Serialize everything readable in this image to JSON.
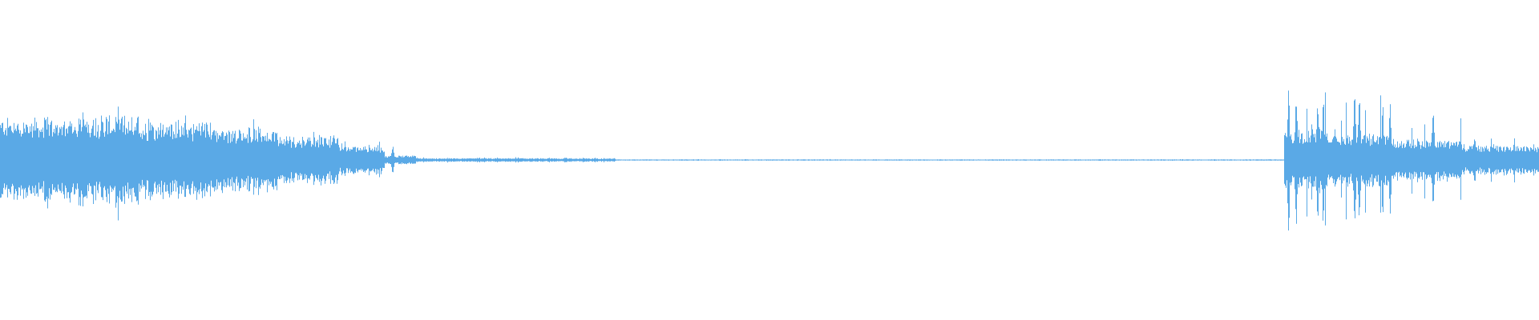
{
  "waveform": {
    "color": "#5aa9e6",
    "background": "#ffffff",
    "segments": [
      {
        "start": 0.0,
        "end": 0.045,
        "amp": 0.14,
        "burst": 0.05
      },
      {
        "start": 0.045,
        "end": 0.09,
        "amp": 0.15,
        "burst": 0.06
      },
      {
        "start": 0.09,
        "end": 0.14,
        "amp": 0.13,
        "burst": 0.04
      },
      {
        "start": 0.14,
        "end": 0.18,
        "amp": 0.11,
        "burst": 0.03
      },
      {
        "start": 0.18,
        "end": 0.22,
        "amp": 0.08,
        "burst": 0.02
      },
      {
        "start": 0.22,
        "end": 0.25,
        "amp": 0.05,
        "burst": 0.015
      },
      {
        "start": 0.25,
        "end": 0.27,
        "amp": 0.015,
        "burst": 0.005
      },
      {
        "start": 0.27,
        "end": 0.4,
        "amp": 0.006,
        "burst": 0.004
      },
      {
        "start": 0.4,
        "end": 0.834,
        "amp": 0.002,
        "burst": 0.001
      },
      {
        "start": 0.834,
        "end": 0.87,
        "amp": 0.1,
        "burst": 0.2
      },
      {
        "start": 0.87,
        "end": 0.905,
        "amp": 0.09,
        "burst": 0.18
      },
      {
        "start": 0.905,
        "end": 0.95,
        "amp": 0.07,
        "burst": 0.1
      },
      {
        "start": 0.95,
        "end": 1.0,
        "amp": 0.05,
        "burst": 0.06
      }
    ],
    "spikes": [
      {
        "pos": 0.255,
        "amp": 0.05
      },
      {
        "pos": 0.837,
        "amp": 0.24
      },
      {
        "pos": 0.842,
        "amp": 0.23
      },
      {
        "pos": 0.856,
        "amp": 0.21
      },
      {
        "pos": 0.88,
        "amp": 0.24
      },
      {
        "pos": 0.883,
        "amp": 0.23
      },
      {
        "pos": 0.903,
        "amp": 0.19
      },
      {
        "pos": 0.931,
        "amp": 0.18
      },
      {
        "pos": 0.958,
        "amp": 0.09
      }
    ]
  }
}
